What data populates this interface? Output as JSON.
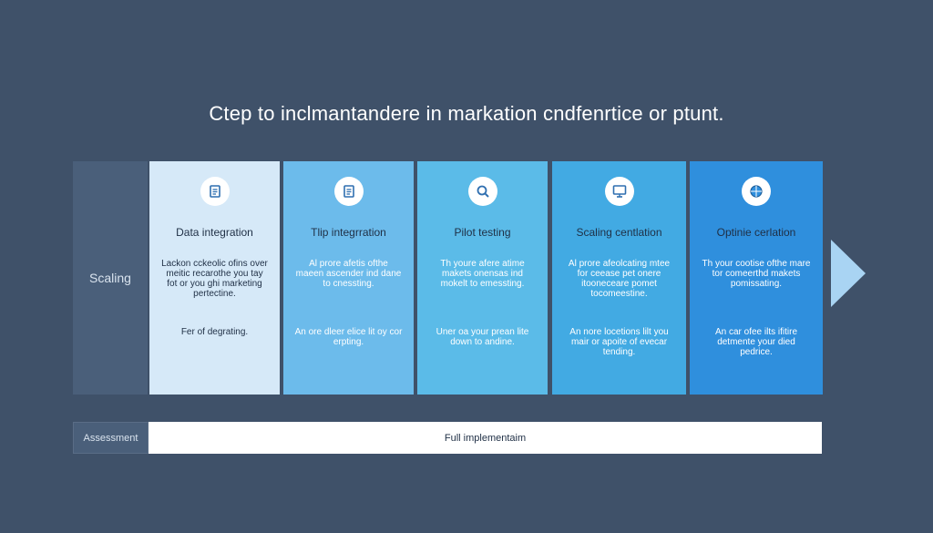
{
  "title": "Ctep to inclmantandere in markation cndfenrtice or ptunt.",
  "row_label": "Scaling",
  "columns": [
    {
      "icon": "document-icon",
      "heading": "Data integration",
      "body1": "Lackon cckeolic ofins over meitic recarothe you tay fot or you ghi marketing pertectine.",
      "body2": "Fer of degrating.",
      "bg": "#d6e9f8",
      "text_color": "#1f2f45"
    },
    {
      "icon": "document-icon",
      "heading": "Tlip integrration",
      "body1": "Al prore afetis ofthe maeen ascender ind dane to cnessting.",
      "body2": "An ore dleer elice lit oy cor erpting.",
      "bg": "#6cbbeb",
      "text_color": "#ffffff"
    },
    {
      "icon": "search-icon",
      "heading": "Pilot testing",
      "body1": "Th youre afere atime makets onensas ind mokelt to emessting.",
      "body2": "Uner oa your prean lite down to andine.",
      "bg": "#5bbbe8",
      "text_color": "#ffffff"
    },
    {
      "icon": "monitor-icon",
      "heading": "Scaling centlation",
      "body1": "Al prore afeolcating mtee for ceease pet onere itooneceare pomet tocomeestine.",
      "body2": "An nore locetions lilt you mair or apoite of evecar tending.",
      "bg": "#42aae3",
      "text_color": "#ffffff"
    },
    {
      "icon": "globe-icon",
      "heading": "Optinie cerlation",
      "body1": "Th your cootise ofthe mare tor comeerthd makets pomissating.",
      "body2": "An car ofee ilts ifitire detmente your died pedrice.",
      "bg": "#2f8fdd",
      "text_color": "#ffffff"
    }
  ],
  "bottom": {
    "left_label": "Assessment",
    "main_label": "Full implementaim"
  }
}
